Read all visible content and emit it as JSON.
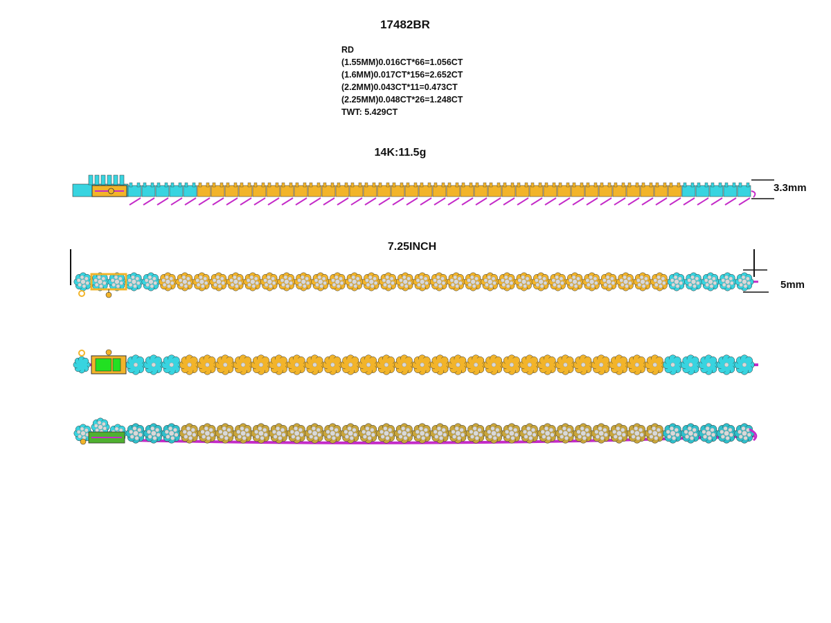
{
  "drawing": {
    "model_number": "17482BR",
    "stone_specs": [
      "RD",
      "(1.55MM)0.016CT*66=1.056CT",
      "(1.6MM)0.017CT*156=2.652CT",
      "(2.2MM)0.043CT*11=0.473CT",
      "(2.25MM)0.048CT*26=1.248CT",
      "TWT:  5.429CT"
    ],
    "metal_weight": "14K:11.5g",
    "length": "7.25INCH",
    "height_dimension": "3.3mm",
    "width_dimension": "5mm"
  },
  "colors": {
    "gold": "#F2B42A",
    "cyan": "#38D4E0",
    "magenta": "#C42BC8",
    "clasp_green": "#22E022",
    "diamond": "#D9D9D9",
    "outline": "#333333"
  },
  "views": {
    "side_profile": {
      "cyan_links_start": 5,
      "gold_links": 35,
      "cyan_links_end": 5
    },
    "top_view": {
      "cyan_links_start": 5,
      "gold_links": 30,
      "cyan_links_end": 5
    },
    "bottom_view": {
      "cyan_links_start": 3,
      "gold_links": 27,
      "cyan_links_end": 5
    },
    "perspective_view": {
      "cyan_links_start": 3,
      "gold_links": 27,
      "cyan_links_end": 5
    }
  }
}
